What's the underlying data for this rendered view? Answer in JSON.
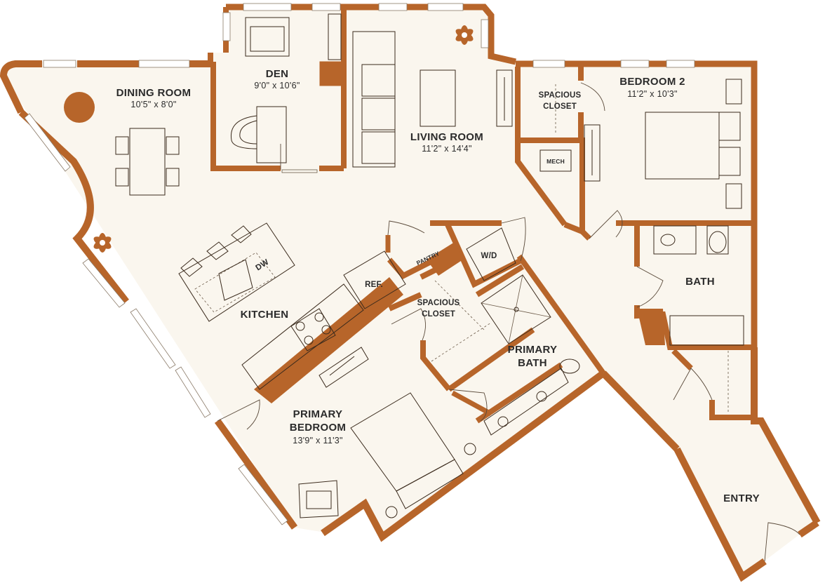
{
  "colors": {
    "wall": "#b7652a",
    "floor": "#faf6ee",
    "fixture_line": "#3a2a1c",
    "text": "#2b2b2b",
    "background": "#ffffff",
    "plant": "#b7652a"
  },
  "rooms": {
    "dining": {
      "name": "DINING ROOM",
      "dims": "10'5\" x 8'0\""
    },
    "den": {
      "name": "DEN",
      "dims": "9'0\" x 10'6\""
    },
    "living": {
      "name": "LIVING ROOM",
      "dims": "11'2\" x 14'4\""
    },
    "bedroom2": {
      "name": "BEDROOM 2",
      "dims": "11'2\" x 10'3\""
    },
    "closet_top": {
      "line1": "SPACIOUS",
      "line2": "CLOSET"
    },
    "mech": {
      "name": "MECH"
    },
    "kitchen": {
      "name": "KITCHEN"
    },
    "dw": {
      "name": "DW"
    },
    "ref": {
      "name": "REF."
    },
    "pantry": {
      "name": "PANTRY"
    },
    "wd": {
      "name": "W/D"
    },
    "closet_mid": {
      "line1": "SPACIOUS",
      "line2": "CLOSET"
    },
    "bath": {
      "name": "BATH"
    },
    "primary_bath": {
      "line1": "PRIMARY",
      "line2": "BATH"
    },
    "primary_bedroom": {
      "line1": "PRIMARY",
      "line2": "BEDROOM",
      "dims": "13'9\" x 11'3\""
    },
    "entry": {
      "name": "ENTRY"
    }
  }
}
